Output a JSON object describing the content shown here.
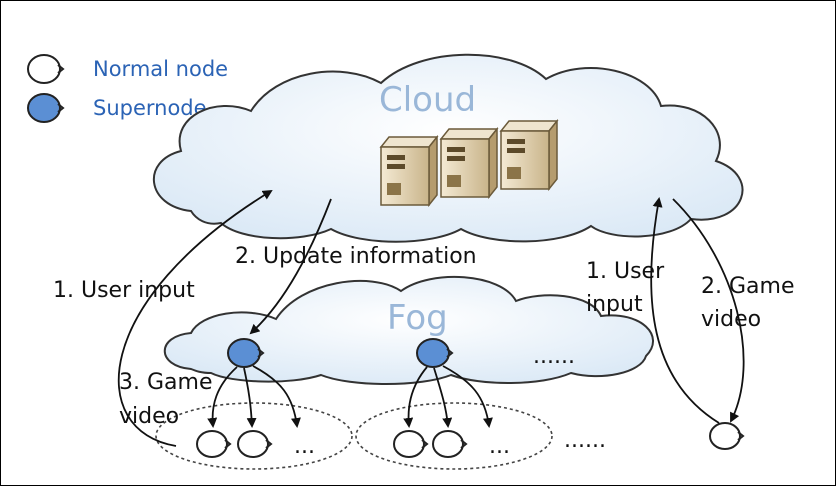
{
  "legend": {
    "normal_label": "Normal node",
    "super_label": "Supernode"
  },
  "cloud": {
    "title": "Cloud"
  },
  "fog": {
    "title": "Fog",
    "more": "......"
  },
  "cluster": {
    "more_inner": "...",
    "more_outer": "......"
  },
  "labels": {
    "user_input_left": "1. User input",
    "update_info": "2. Update information",
    "user_input_right_1": "1. User",
    "user_input_right_2": "input",
    "game_video_right_1": "2. Game",
    "game_video_right_2": "video",
    "game_video_left_1": "3. Game",
    "game_video_left_2": "video"
  },
  "colors": {
    "cloud_fill": "#eaf3fb",
    "cloud_title": "#9ab7d8",
    "supernode": "#5b8fd4",
    "legend_text": "#2b63b5"
  }
}
